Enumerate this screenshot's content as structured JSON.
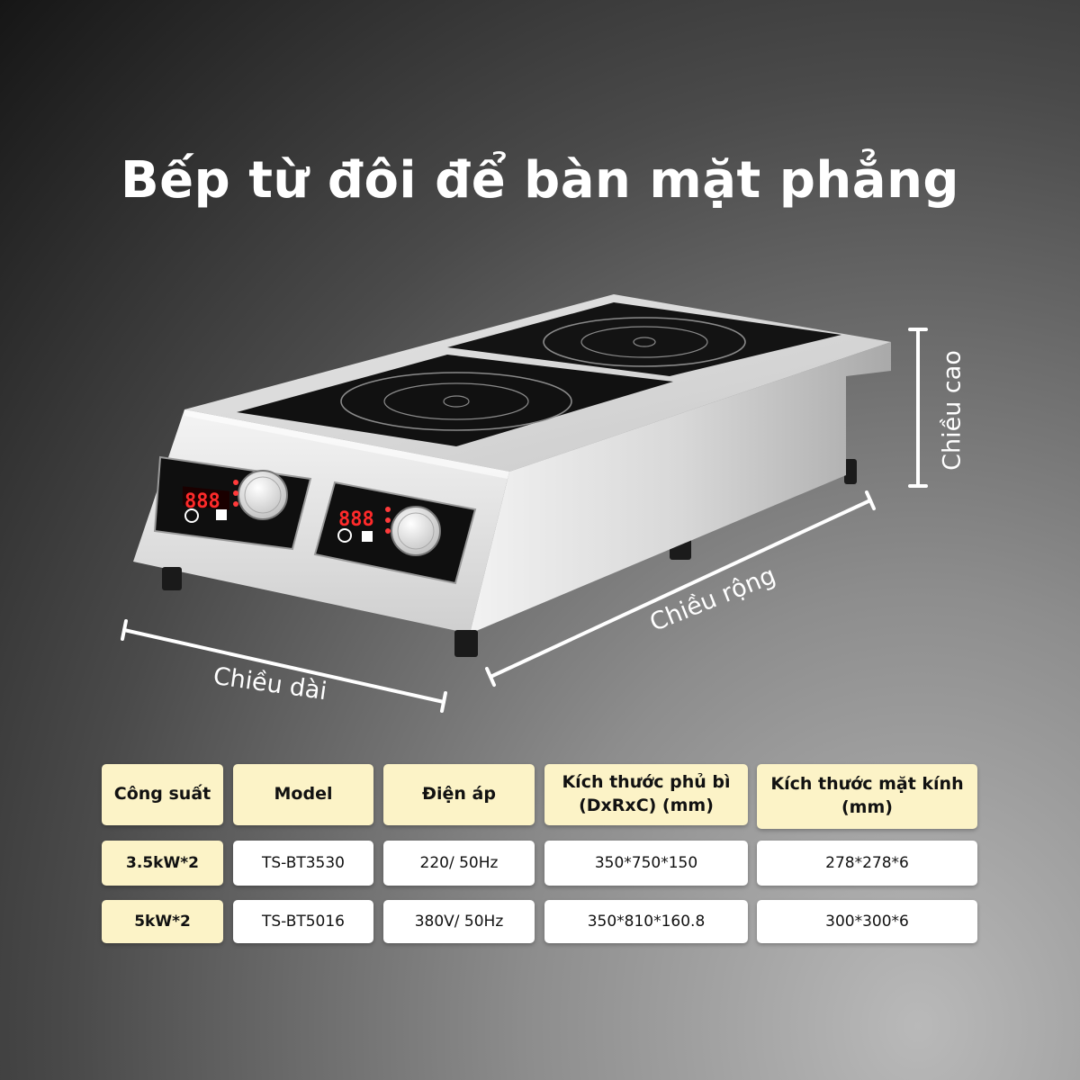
{
  "title": "Bếp từ đôi để bàn mặt phẳng",
  "dimensions": {
    "height_label": "Chiều cao",
    "width_label": "Chiều rộng",
    "length_label": "Chiều dài"
  },
  "display_digits": "888",
  "table": {
    "headers": [
      "Công suất",
      "Model",
      "Điện áp",
      "Kích thước phủ bì\n(DxRxC) (mm)",
      "Kích thước mặt kính\n(mm)"
    ],
    "rows": [
      [
        "3.5kW*2",
        "TS-BT3530",
        "220/ 50Hz",
        "350*750*150",
        "278*278*6"
      ],
      [
        "5kW*2",
        "TS-BT5016",
        "380V/ 50Hz",
        "350*810*160.8",
        "300*300*6"
      ]
    ]
  },
  "colors": {
    "header_bg": "#fcf3c7",
    "cell_bg": "#ffffff",
    "display_red": "#ff2a2a"
  }
}
